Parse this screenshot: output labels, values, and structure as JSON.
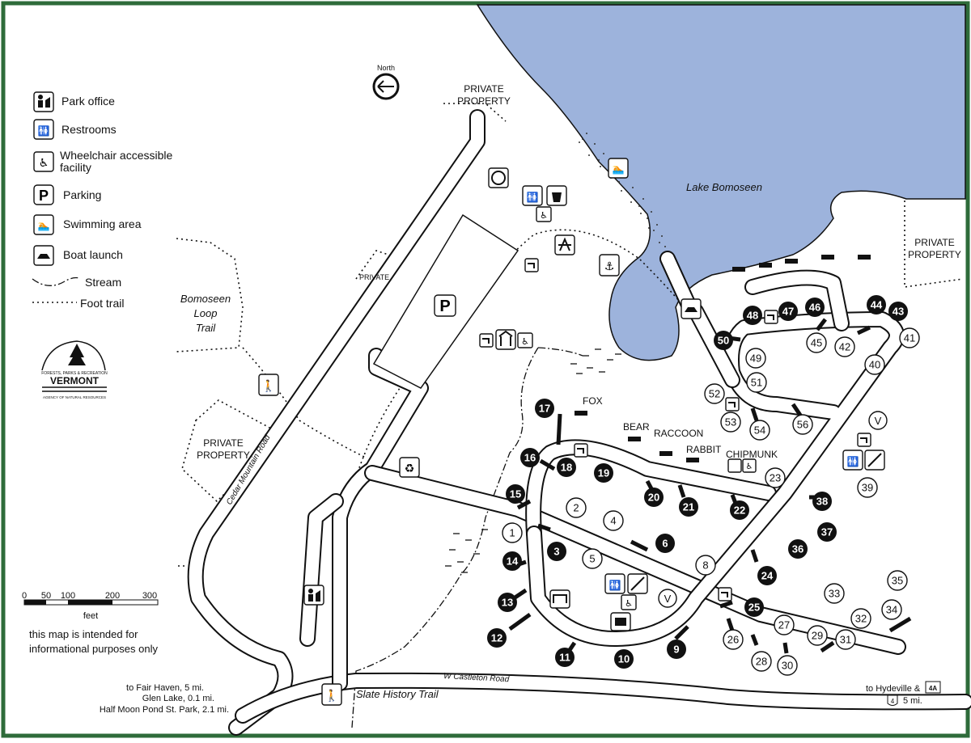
{
  "legend": {
    "items": [
      {
        "icon": "park-office-icon",
        "label": "Park office"
      },
      {
        "icon": "restrooms-icon",
        "label": "Restrooms"
      },
      {
        "icon": "wheelchair-icon",
        "label": "Wheelchair accessible",
        "label2": "facility"
      },
      {
        "icon": "parking-icon",
        "label": "Parking"
      },
      {
        "icon": "swimming-icon",
        "label": "Swimming area"
      },
      {
        "icon": "boat-launch-icon",
        "label": "Boat launch"
      },
      {
        "icon": "stream-line",
        "label": "Stream"
      },
      {
        "icon": "foot-trail-line",
        "label": "Foot trail"
      }
    ]
  },
  "north_label": "North",
  "logo": {
    "line1": "FORESTS, PARKS & RECREATION",
    "line2": "VERMONT",
    "line3": "AGENCY OF NATURAL RESOURCES"
  },
  "labels": {
    "lake": "Lake Bomoseen",
    "private_top": [
      "PRIVATE",
      "PROPERTY"
    ],
    "private_right": [
      "PRIVATE",
      "PROPERTY"
    ],
    "private_left": [
      "PRIVATE",
      "PROPERTY"
    ],
    "private_small": "PRIVATE",
    "loop_trail": [
      "Bomoseen",
      "Loop",
      "Trail"
    ],
    "cedar_road": "Cedar Mountain Road",
    "castleton_road": "W Castleton Road",
    "slate_trail": "Slate History Trail",
    "parking_p": "P",
    "v_label": "V",
    "cabins": [
      "FOX",
      "BEAR",
      "RACCOON",
      "RABBIT",
      "CHIPMUNK"
    ]
  },
  "scale": {
    "ticks": [
      "0",
      "50",
      "100",
      "200",
      "300"
    ],
    "unit": "feet"
  },
  "disclaimer": [
    "this map is intended for",
    "informational purposes only"
  ],
  "directions_left": [
    "to Fair Haven, 5 mi.",
    "Glen Lake, 0.1 mi.",
    "Half Moon Pond St. Park, 2.1 mi."
  ],
  "directions_right": {
    "line1": "to Hydeville &",
    "route_a": "4A",
    "route": "4",
    "dist": "5 mi."
  },
  "sites_dark": [
    "17",
    "16",
    "18",
    "15",
    "3",
    "14",
    "13",
    "12",
    "11",
    "10",
    "9",
    "6",
    "20",
    "21",
    "22",
    "19",
    "38",
    "37",
    "36",
    "24",
    "25",
    "50",
    "48",
    "47",
    "46",
    "44",
    "43"
  ],
  "sites_open": [
    "1",
    "2",
    "4",
    "5",
    "8",
    "23",
    "39",
    "40",
    "41",
    "42",
    "45",
    "49",
    "51",
    "52",
    "53",
    "54",
    "56",
    "26",
    "27",
    "28",
    "29",
    "30",
    "31",
    "32",
    "33",
    "34",
    "35"
  ]
}
